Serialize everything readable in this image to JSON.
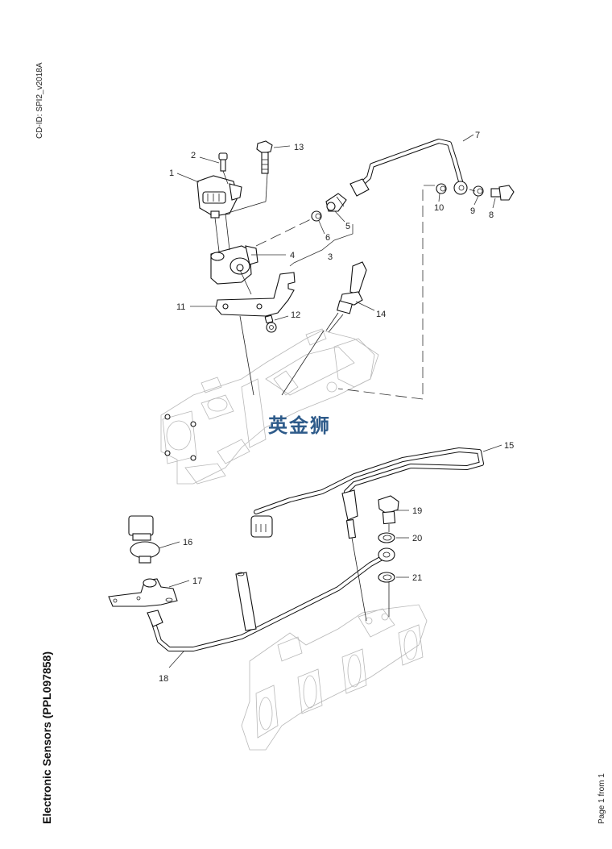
{
  "header": {
    "cd_id": "CD-ID: SPI2_v2018A"
  },
  "footer": {
    "title": "Electronic Sensors (PPL097858)",
    "page_info": "Page 1 from 1"
  },
  "watermark": {
    "text": "英金狮",
    "color": "#2e5b8a"
  },
  "callouts": [
    {
      "id": "1",
      "label": "1"
    },
    {
      "id": "2",
      "label": "2"
    },
    {
      "id": "3",
      "label": "3"
    },
    {
      "id": "4",
      "label": "4"
    },
    {
      "id": "5",
      "label": "5"
    },
    {
      "id": "6",
      "label": "6"
    },
    {
      "id": "7",
      "label": "7"
    },
    {
      "id": "8",
      "label": "8"
    },
    {
      "id": "9",
      "label": "9"
    },
    {
      "id": "10",
      "label": "10"
    },
    {
      "id": "11",
      "label": "11"
    },
    {
      "id": "12",
      "label": "12"
    },
    {
      "id": "13",
      "label": "13"
    },
    {
      "id": "14",
      "label": "14"
    },
    {
      "id": "15",
      "label": "15"
    },
    {
      "id": "16",
      "label": "16"
    },
    {
      "id": "17",
      "label": "17"
    },
    {
      "id": "18",
      "label": "18"
    },
    {
      "id": "19",
      "label": "19"
    },
    {
      "id": "20",
      "label": "20"
    },
    {
      "id": "21",
      "label": "21"
    }
  ]
}
